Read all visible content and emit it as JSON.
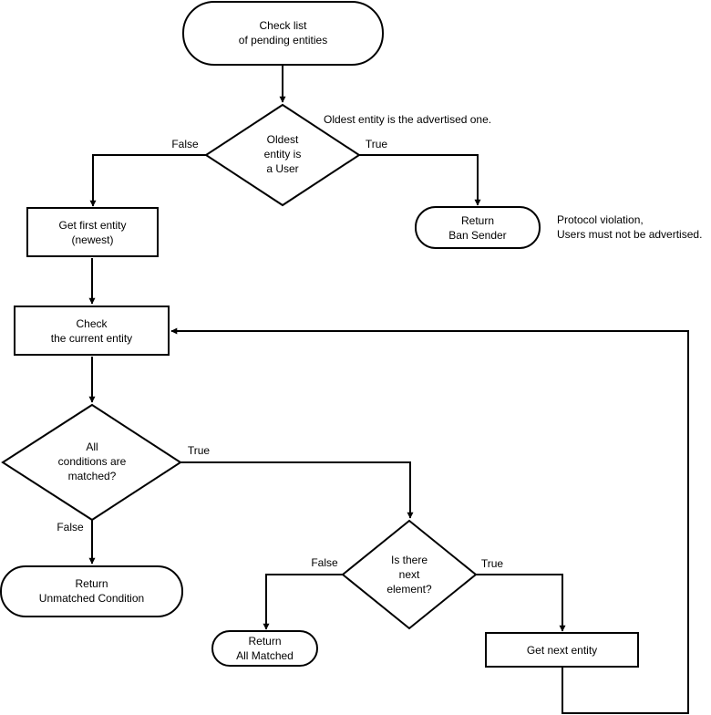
{
  "colors": {
    "stroke": "#000000",
    "fill": "#ffffff",
    "text": "#000000"
  },
  "nodes": {
    "start": {
      "line1": "Check list",
      "line2": "of pending entities"
    },
    "oldest_is_user": {
      "line1": "Oldest",
      "line2": "entity is",
      "line3": "a User"
    },
    "get_first": {
      "line1": "Get first entity",
      "line2": "(newest)"
    },
    "return_ban": {
      "line1": "Return",
      "line2": "Ban Sender"
    },
    "check_current": {
      "line1": "Check",
      "line2": "the current entity"
    },
    "all_matched_q": {
      "line1": "All",
      "line2": "conditions are",
      "line3": "matched?"
    },
    "return_unmatched": {
      "line1": "Return",
      "line2": "Unmatched Condition"
    },
    "next_element_q": {
      "line1": "Is there",
      "line2": "next",
      "line3": "element?"
    },
    "return_all_matched": {
      "line1": "Return",
      "line2": "All Matched"
    },
    "get_next": {
      "line1": "Get next entity"
    }
  },
  "annotations": {
    "oldest_advertised": "Oldest entity is the advertised one.",
    "protocol_violation_1": "Protocol violation,",
    "protocol_violation_2": "Users must not be advertised."
  },
  "edge_labels": {
    "oldest_false": "False",
    "oldest_true": "True",
    "all_true": "True",
    "all_false": "False",
    "next_false": "False",
    "next_true": "True"
  }
}
